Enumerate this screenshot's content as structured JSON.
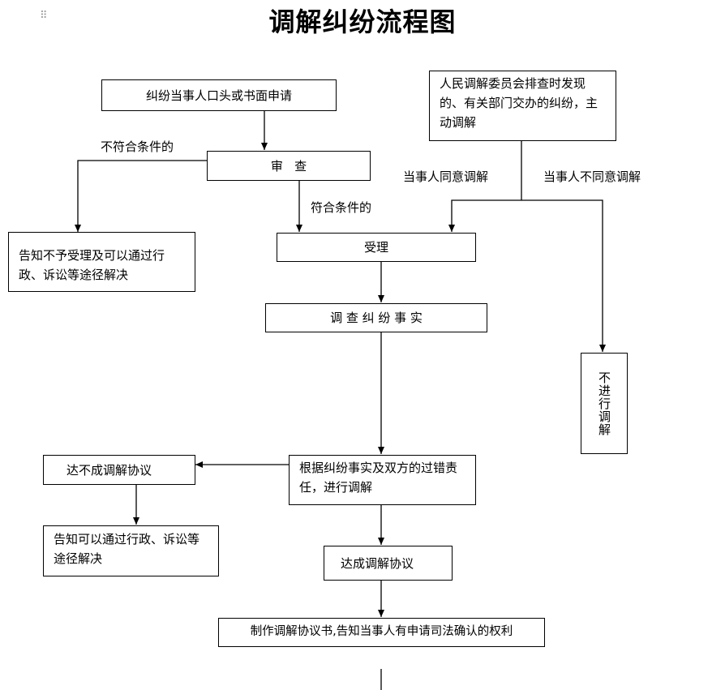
{
  "title": "调解纠纷流程图",
  "nodes": {
    "application": "纠纷当事人口头或书面申请",
    "committee_discovery": "人民调解委员会排查时发现的、有关部门交办的纠纷，主动调解",
    "review": "审   查",
    "notify_reject": "告知不予受理及可以通过行政、诉讼等途径解决",
    "accept": "受理",
    "investigate": "调 查 纠 纷 事 实",
    "no_mediation": "不进行调解",
    "mediate": "根据纠纷事实及双方的过错责任，进行调解",
    "fail_agreement": "达不成调解协议",
    "notify_alternatives": "告知可以通过行政、诉讼等途径解决",
    "reach_agreement": "达成调解协议",
    "make_agreement": "制作调解协议书,告知当事人有申请司法确认的权利"
  },
  "edge_labels": {
    "not_qualified": "不符合条件的",
    "qualified": "符合条件的",
    "parties_agree": "当事人同意调解",
    "parties_disagree": "当事人不同意调解"
  }
}
